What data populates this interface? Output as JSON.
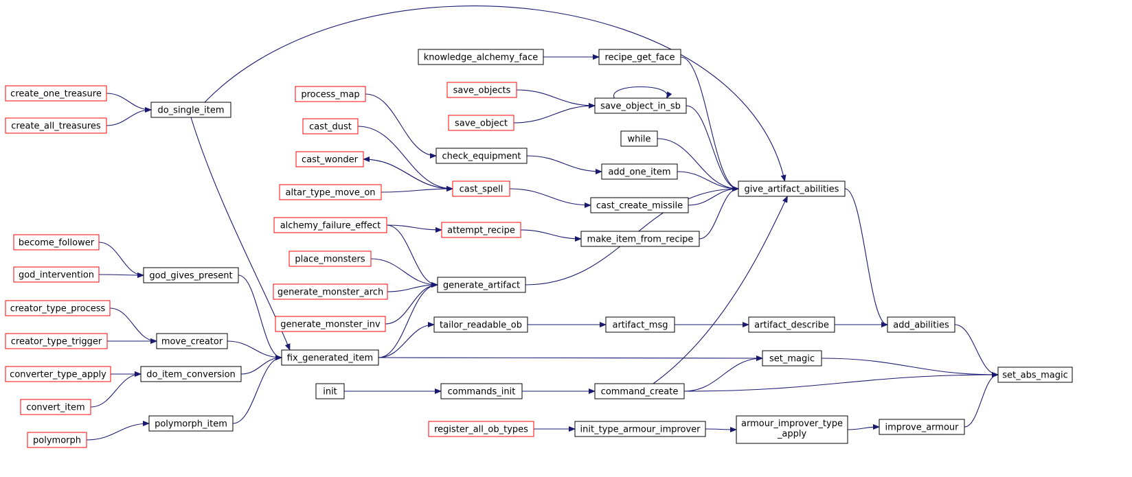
{
  "colors": {
    "edge": "#191970",
    "border_default": "#000000",
    "border_undocumented": "#ff0000",
    "highlight_fill": "#bfbfbf"
  },
  "nodes": [
    {
      "id": "set_abs_magic",
      "label": "set_abs_magic",
      "border": "black",
      "highlight": true
    },
    {
      "id": "add_abilities",
      "label": "add_abilities",
      "border": "black"
    },
    {
      "id": "set_magic",
      "label": "set_magic",
      "border": "black"
    },
    {
      "id": "improve_armour",
      "label": "improve_armour",
      "border": "black"
    },
    {
      "id": "give_artifact_abilities",
      "label": "give_artifact_abilities",
      "border": "black"
    },
    {
      "id": "artifact_describe",
      "label": "artifact_describe",
      "border": "black"
    },
    {
      "id": "command_create",
      "label": "command_create",
      "border": "black"
    },
    {
      "id": "armour_improver_type_apply",
      "label": "armour_improver_type\n_apply",
      "border": "black"
    },
    {
      "id": "recipe_get_face",
      "label": "recipe_get_face",
      "border": "black"
    },
    {
      "id": "save_object_in_sb",
      "label": "save_object_in_sb",
      "border": "black"
    },
    {
      "id": "while",
      "label": "while",
      "border": "black"
    },
    {
      "id": "add_one_item",
      "label": "add_one_item",
      "border": "black"
    },
    {
      "id": "cast_create_missile",
      "label": "cast_create_missile",
      "border": "black"
    },
    {
      "id": "make_item_from_recipe",
      "label": "make_item_from_recipe",
      "border": "black"
    },
    {
      "id": "artifact_msg",
      "label": "artifact_msg",
      "border": "black"
    },
    {
      "id": "commands_init",
      "label": "commands_init",
      "border": "black"
    },
    {
      "id": "init_type_armour_improver",
      "label": "init_type_armour_improver",
      "border": "black"
    },
    {
      "id": "knowledge_alchemy_face",
      "label": "knowledge_alchemy_face",
      "border": "black"
    },
    {
      "id": "save_objects",
      "label": "save_objects",
      "border": "red"
    },
    {
      "id": "save_object",
      "label": "save_object",
      "border": "red"
    },
    {
      "id": "check_equipment",
      "label": "check_equipment",
      "border": "black"
    },
    {
      "id": "cast_spell",
      "label": "cast_spell",
      "border": "red"
    },
    {
      "id": "attempt_recipe",
      "label": "attempt_recipe",
      "border": "red"
    },
    {
      "id": "generate_artifact",
      "label": "generate_artifact",
      "border": "black"
    },
    {
      "id": "tailor_readable_ob",
      "label": "tailor_readable_ob",
      "border": "black"
    },
    {
      "id": "init",
      "label": "init",
      "border": "black"
    },
    {
      "id": "register_all_ob_types",
      "label": "register_all_ob_types",
      "border": "red"
    },
    {
      "id": "process_map",
      "label": "process_map",
      "border": "red"
    },
    {
      "id": "cast_dust",
      "label": "cast_dust",
      "border": "red"
    },
    {
      "id": "cast_wonder",
      "label": "cast_wonder",
      "border": "red"
    },
    {
      "id": "altar_type_move_on",
      "label": "altar_type_move_on",
      "border": "red"
    },
    {
      "id": "alchemy_failure_effect",
      "label": "alchemy_failure_effect",
      "border": "red"
    },
    {
      "id": "place_monsters",
      "label": "place_monsters",
      "border": "red"
    },
    {
      "id": "generate_monster_arch",
      "label": "generate_monster_arch",
      "border": "red"
    },
    {
      "id": "generate_monster_inv",
      "label": "generate_monster_inv",
      "border": "red"
    },
    {
      "id": "fix_generated_item",
      "label": "fix_generated_item",
      "border": "black"
    },
    {
      "id": "do_single_item",
      "label": "do_single_item",
      "border": "black"
    },
    {
      "id": "god_gives_present",
      "label": "god_gives_present",
      "border": "black"
    },
    {
      "id": "move_creator",
      "label": "move_creator",
      "border": "black"
    },
    {
      "id": "do_item_conversion",
      "label": "do_item_conversion",
      "border": "black"
    },
    {
      "id": "polymorph_item",
      "label": "polymorph_item",
      "border": "black"
    },
    {
      "id": "create_one_treasure",
      "label": "create_one_treasure",
      "border": "red"
    },
    {
      "id": "create_all_treasures",
      "label": "create_all_treasures",
      "border": "red"
    },
    {
      "id": "become_follower",
      "label": "become_follower",
      "border": "red"
    },
    {
      "id": "god_intervention",
      "label": "god_intervention",
      "border": "red"
    },
    {
      "id": "creator_type_process",
      "label": "creator_type_process",
      "border": "red"
    },
    {
      "id": "creator_type_trigger",
      "label": "creator_type_trigger",
      "border": "red"
    },
    {
      "id": "converter_type_apply",
      "label": "converter_type_apply",
      "border": "red"
    },
    {
      "id": "convert_item",
      "label": "convert_item",
      "border": "red"
    },
    {
      "id": "polymorph",
      "label": "polymorph",
      "border": "red"
    }
  ],
  "edges": [
    {
      "from": "add_abilities",
      "to": "set_abs_magic"
    },
    {
      "from": "set_magic",
      "to": "set_abs_magic"
    },
    {
      "from": "command_create",
      "to": "set_abs_magic"
    },
    {
      "from": "improve_armour",
      "to": "set_abs_magic"
    },
    {
      "from": "give_artifact_abilities",
      "to": "add_abilities"
    },
    {
      "from": "artifact_describe",
      "to": "add_abilities"
    },
    {
      "from": "fix_generated_item",
      "to": "set_magic"
    },
    {
      "from": "command_create",
      "to": "set_magic"
    },
    {
      "from": "armour_improver_type_apply",
      "to": "improve_armour"
    },
    {
      "from": "recipe_get_face",
      "to": "give_artifact_abilities"
    },
    {
      "from": "save_object_in_sb",
      "to": "give_artifact_abilities"
    },
    {
      "from": "while",
      "to": "give_artifact_abilities"
    },
    {
      "from": "add_one_item",
      "to": "give_artifact_abilities"
    },
    {
      "from": "cast_create_missile",
      "to": "give_artifact_abilities"
    },
    {
      "from": "make_item_from_recipe",
      "to": "give_artifact_abilities"
    },
    {
      "from": "generate_artifact",
      "to": "give_artifact_abilities"
    },
    {
      "from": "command_create",
      "to": "give_artifact_abilities"
    },
    {
      "from": "do_single_item",
      "to": "give_artifact_abilities"
    },
    {
      "from": "artifact_msg",
      "to": "artifact_describe"
    },
    {
      "from": "commands_init",
      "to": "command_create"
    },
    {
      "from": "init_type_armour_improver",
      "to": "armour_improver_type_apply"
    },
    {
      "from": "knowledge_alchemy_face",
      "to": "recipe_get_face"
    },
    {
      "from": "save_objects",
      "to": "save_object_in_sb"
    },
    {
      "from": "save_object",
      "to": "save_object_in_sb"
    },
    {
      "from": "save_object_in_sb",
      "to": "save_object_in_sb"
    },
    {
      "from": "check_equipment",
      "to": "add_one_item"
    },
    {
      "from": "cast_spell",
      "to": "cast_create_missile"
    },
    {
      "from": "attempt_recipe",
      "to": "make_item_from_recipe"
    },
    {
      "from": "tailor_readable_ob",
      "to": "artifact_msg"
    },
    {
      "from": "init",
      "to": "commands_init"
    },
    {
      "from": "register_all_ob_types",
      "to": "init_type_armour_improver"
    },
    {
      "from": "process_map",
      "to": "check_equipment"
    },
    {
      "from": "cast_dust",
      "to": "cast_spell"
    },
    {
      "from": "cast_wonder",
      "to": "cast_spell"
    },
    {
      "from": "cast_spell",
      "to": "cast_wonder"
    },
    {
      "from": "altar_type_move_on",
      "to": "cast_spell"
    },
    {
      "from": "alchemy_failure_effect",
      "to": "attempt_recipe"
    },
    {
      "from": "alchemy_failure_effect",
      "to": "generate_artifact"
    },
    {
      "from": "place_monsters",
      "to": "generate_artifact"
    },
    {
      "from": "generate_monster_arch",
      "to": "generate_artifact"
    },
    {
      "from": "generate_monster_inv",
      "to": "generate_artifact"
    },
    {
      "from": "fix_generated_item",
      "to": "generate_artifact"
    },
    {
      "from": "fix_generated_item",
      "to": "tailor_readable_ob"
    },
    {
      "from": "do_single_item",
      "to": "fix_generated_item"
    },
    {
      "from": "god_gives_present",
      "to": "fix_generated_item"
    },
    {
      "from": "move_creator",
      "to": "fix_generated_item"
    },
    {
      "from": "do_item_conversion",
      "to": "fix_generated_item"
    },
    {
      "from": "polymorph_item",
      "to": "fix_generated_item"
    },
    {
      "from": "create_one_treasure",
      "to": "do_single_item"
    },
    {
      "from": "create_all_treasures",
      "to": "do_single_item"
    },
    {
      "from": "become_follower",
      "to": "god_gives_present"
    },
    {
      "from": "god_intervention",
      "to": "god_gives_present"
    },
    {
      "from": "creator_type_process",
      "to": "move_creator"
    },
    {
      "from": "creator_type_trigger",
      "to": "move_creator"
    },
    {
      "from": "converter_type_apply",
      "to": "do_item_conversion"
    },
    {
      "from": "convert_item",
      "to": "do_item_conversion"
    },
    {
      "from": "polymorph",
      "to": "polymorph_item"
    }
  ]
}
